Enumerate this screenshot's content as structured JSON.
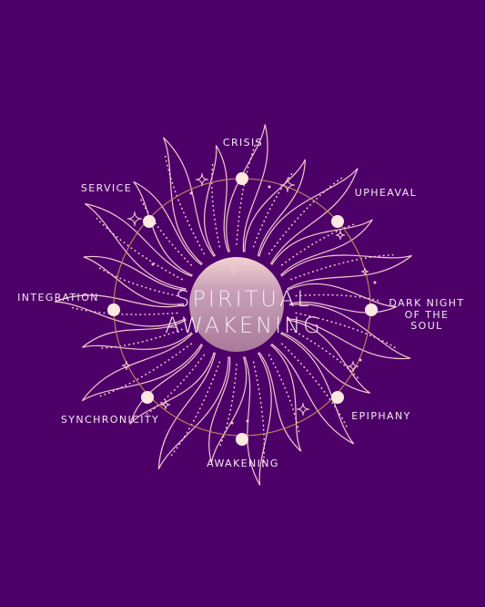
{
  "center": {
    "line1": "SPIRITUAL",
    "line2": "AWAKENING"
  },
  "stages": [
    {
      "label": "CRISIS"
    },
    {
      "label": "UPHEAVAL"
    },
    {
      "label": "DARK NIGHT\nOF THE\nSOUL"
    },
    {
      "label": "EPIPHANY"
    },
    {
      "label": "AWAKENING"
    },
    {
      "label": "SYNCHRONICITY"
    },
    {
      "label": "INTEGRATION"
    },
    {
      "label": "SERVICE"
    }
  ],
  "colors": {
    "background": "#4e0069",
    "sun_stroke": "#f2c9cf",
    "orbit_ring": "#c98a5a",
    "planet_dot": "#fbe9e2",
    "moon_disc": "#b9889f",
    "text": "#f3e7f2"
  },
  "icons": {
    "sun": "radiant-sun-illustration",
    "stars": "sparkle-stars"
  }
}
